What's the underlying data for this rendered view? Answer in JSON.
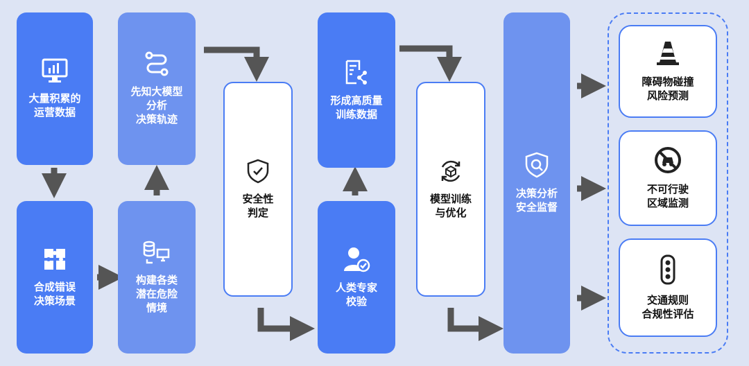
{
  "nodes": {
    "ops_data": "大量积累的\n运营数据",
    "synth_scenes": "合成错误\n决策场景",
    "prior_model": "先知大模型\n分析\n决策轨迹",
    "build_danger": "构建各类\n潜在危险\n情境",
    "safety_judge": "安全性\n判定",
    "hq_data": "形成高质量\n训练数据",
    "expert_check": "人类专家\n校验",
    "model_train": "模型训练\n与优化",
    "decision_monitor": "决策分析\n安全监督"
  },
  "outputs": {
    "obstacle": "障碍物碰撞\n风险预测",
    "no_drive": "不可行驶\n区域监测",
    "traffic": "交通规则\n合规性评估"
  },
  "colors": {
    "primary": "#4a7cf4",
    "secondary": "#6e93ef",
    "arrow": "#555555",
    "background": "#dde4f4"
  }
}
